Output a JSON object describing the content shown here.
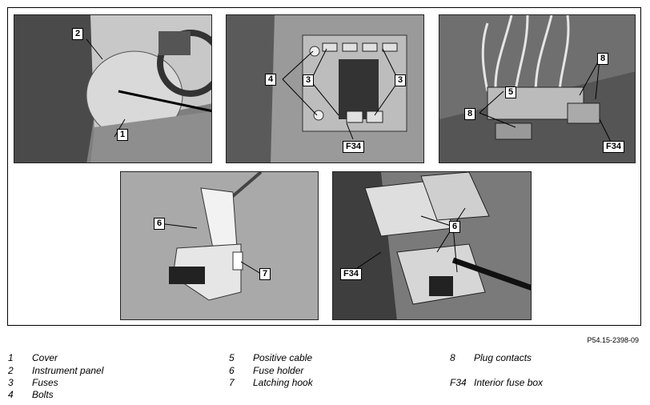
{
  "figure_ref": "P54.15-2398-09",
  "callouts": {
    "p1": {
      "c1": "1",
      "c2": "2"
    },
    "p2": {
      "c4": "4",
      "c3a": "3",
      "c3b": "3",
      "cF34": "F34"
    },
    "p3": {
      "c8a": "8",
      "c5": "5",
      "c8b": "8",
      "cF34": "F34"
    },
    "p4": {
      "c6": "6",
      "c7": "7"
    },
    "p5": {
      "c6": "6",
      "cF34": "F34"
    }
  },
  "legend": [
    {
      "num": "1",
      "label": "Cover"
    },
    {
      "num": "2",
      "label": "Instrument panel"
    },
    {
      "num": "3",
      "label": "Fuses"
    },
    {
      "num": "4",
      "label": "Bolts"
    },
    {
      "num": "5",
      "label": "Positive cable"
    },
    {
      "num": "6",
      "label": "Fuse holder"
    },
    {
      "num": "7",
      "label": "Latching hook"
    },
    {
      "num": "8",
      "label": "Plug contacts"
    },
    {
      "num": "F34",
      "label": "Interior fuse box"
    }
  ]
}
